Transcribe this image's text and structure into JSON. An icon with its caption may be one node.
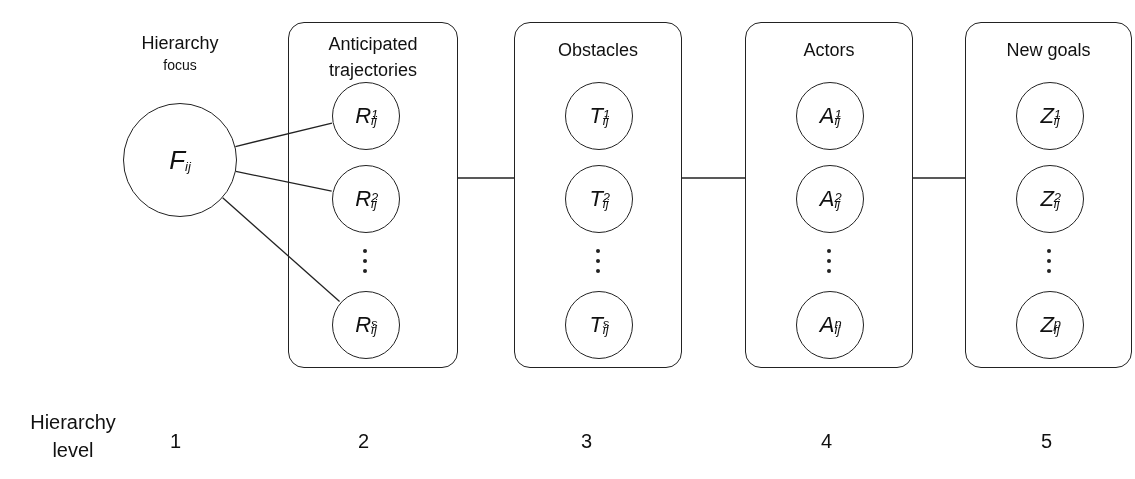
{
  "diagram": {
    "nodes": [
      {
        "text": [
          "F$_{ij}$"
        ],
        "beside": [
          "Hierarchy",
          "focus"
        ]
      },
      {
        "text": [
          "Anticipated trajectories"
        ]
      },
      {
        "text": [
          "R$^{1}$$_{ij}$"
        ],
        "in": 1
      },
      {
        "text": [
          "R$^{2}$$_{ij}$"
        ],
        "in": 1
      },
      {
        "text": [
          "R$^{s}$$_{ij}$"
        ],
        "in": 1
      },
      {
        "text": [
          "Obstacles"
        ]
      },
      {
        "text": [
          "T$^{1}$$_{ij}$"
        ],
        "in": 5
      },
      {
        "text": [
          "T$^{2}$$_{ij}$"
        ],
        "in": 5
      },
      {
        "text": [
          "T$^{s}$$_{ij}$"
        ],
        "in": 5
      },
      {
        "text": [
          "Actors"
        ]
      },
      {
        "text": [
          "A$^{1}$$_{ij}$"
        ],
        "in": 9
      },
      {
        "text": [
          "A$^{2}$$_{ij}$"
        ],
        "in": 9
      },
      {
        "text": [
          "A$^{n}$$_{ij}$"
        ],
        "in": 9
      },
      {
        "text": [
          "New goals"
        ]
      },
      {
        "text": [
          "Z$^{1}$$_{ij}$"
        ],
        "in": 13
      },
      {
        "text": [
          "Z$^{2}$$_{ij}$"
        ],
        "in": 13
      },
      {
        "text": [
          "Z$^{p}$$_{ij}$"
        ],
        "in": 13
      }
    ],
    "edges": [
      {
        "from": 0,
        "to": 2,
        "arrow": "none"
      },
      {
        "from": 0,
        "to": 3,
        "arrow": "none"
      },
      {
        "from": 0,
        "to": 4,
        "arrow": "none"
      },
      {
        "from": 1,
        "to": 5,
        "arrow": "none"
      },
      {
        "from": 5,
        "to": 9,
        "arrow": "none"
      },
      {
        "from": 9,
        "to": 13,
        "arrow": "none"
      }
    ],
    "labels": [
      "Hierarchy level",
      "1",
      "2",
      "3",
      "4",
      "5"
    ]
  }
}
